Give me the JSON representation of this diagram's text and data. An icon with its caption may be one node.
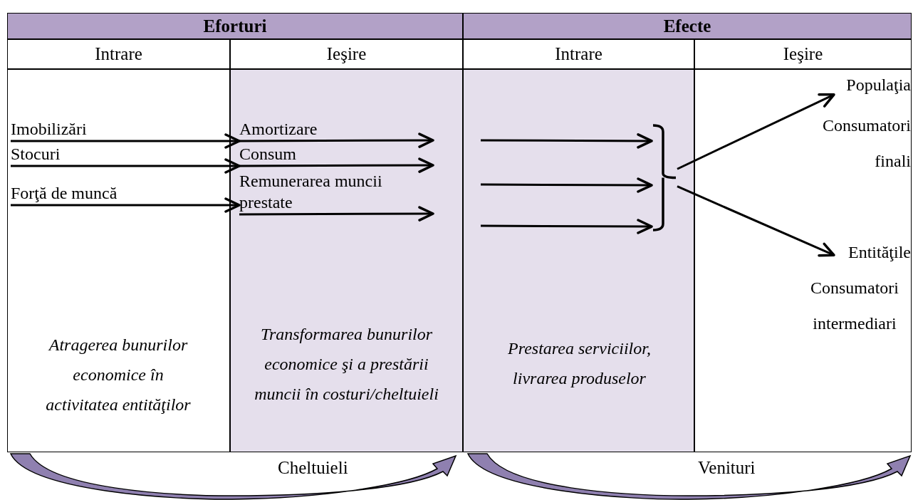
{
  "diagram": {
    "nodes": [
      {
        "text": [
          "Eforturi"
        ]
      },
      {
        "text": [
          "Efecte"
        ]
      },
      {
        "text": [
          "Intrare"
        ]
      },
      {
        "text": [
          "Ieşire"
        ]
      },
      {
        "text": [
          "Intrare"
        ]
      },
      {
        "text": [
          "Ieşire"
        ]
      },
      {
        "text": [
          "Atragerea bunurilor economice în activitatea entităţilor"
        ]
      },
      {
        "text": [
          "Imobilizări"
        ],
        "in": 6
      },
      {
        "text": [
          "Stocuri"
        ],
        "in": 6
      },
      {
        "text": [
          "Forţă de muncă"
        ],
        "in": 6
      },
      {
        "text": [
          "Transformarea bunurilor economice şi a prestării muncii în costuri/cheltuieli"
        ]
      },
      {
        "text": [
          "Amortizare"
        ],
        "in": 10
      },
      {
        "text": [
          "Consum"
        ],
        "in": 10
      },
      {
        "text": [
          "Remunerarea muncii prestate"
        ],
        "in": 10
      },
      {
        "text": [
          "Prestarea serviciilor, livrarea produselor"
        ]
      },
      {
        "text": [],
        "shape": "bracket",
        "in": 14
      },
      {
        "text": [],
        "shape": "box"
      },
      {
        "text": [
          "Populaţia"
        ],
        "in": 16
      },
      {
        "text": [
          "Consumatori finali"
        ],
        "in": 16
      },
      {
        "text": [
          "Entităţile"
        ],
        "in": 16
      },
      {
        "text": [
          "Consumatori intermediari"
        ],
        "in": 16
      }
    ],
    "edges": [
      {
        "from": 7,
        "to": 11,
        "arrow": "to"
      },
      {
        "from": 8,
        "to": 12,
        "arrow": "to"
      },
      {
        "from": 9,
        "to": 13,
        "arrow": "to"
      },
      {
        "from": 11,
        "to": null,
        "arrow": "to"
      },
      {
        "from": 12,
        "to": null,
        "arrow": "to"
      },
      {
        "from": 13,
        "to": null,
        "arrow": "to"
      },
      {
        "from": null,
        "to": 15,
        "arrow": "to"
      },
      {
        "from": null,
        "to": 15,
        "arrow": "to"
      },
      {
        "from": null,
        "to": 15,
        "arrow": "to"
      },
      {
        "from": 15,
        "to": 17,
        "arrow": "to"
      },
      {
        "from": 15,
        "to": 19,
        "arrow": "to"
      }
    ],
    "labels": [
      "Cheltuieli",
      "Venituri"
    ]
  }
}
